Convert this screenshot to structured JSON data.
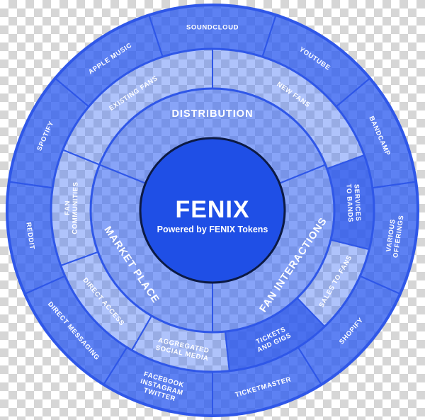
{
  "core": {
    "title": "FENIX",
    "subtitle": "Powered by FENIX Tokens"
  },
  "inner_ring": [
    {
      "key": "distribution",
      "label": "DISTRIBUTION"
    },
    {
      "key": "fan_interactions",
      "label": "FAN INTERACTIONS"
    },
    {
      "key": "market_place",
      "label": "MARKET PLACE"
    }
  ],
  "middle_ring": [
    {
      "key": "existing_fans",
      "lines": [
        "EXISTING FANS"
      ],
      "highlight": false
    },
    {
      "key": "new_fans",
      "lines": [
        "NEW FANS"
      ],
      "highlight": false
    },
    {
      "key": "services_to_bands",
      "lines": [
        "SERVICES",
        "TO BANDS"
      ],
      "highlight": true
    },
    {
      "key": "sales_to_fans",
      "lines": [
        "SALES TO FANS"
      ],
      "highlight": false
    },
    {
      "key": "tickets_and_gigs",
      "lines": [
        "TICKETS",
        "AND GIGS"
      ],
      "highlight": true
    },
    {
      "key": "aggregated_social_media",
      "lines": [
        "AGGREGATED",
        "SOCIAL MEDIA"
      ],
      "highlight": false
    },
    {
      "key": "direct_access",
      "lines": [
        "DIRECT ACCESS"
      ],
      "highlight": false
    },
    {
      "key": "fan_communities",
      "lines": [
        "FAN",
        "COMMUNITIES"
      ],
      "highlight": false
    }
  ],
  "outer_ring": [
    {
      "key": "soundcloud",
      "lines": [
        "SOUNDCLOUD"
      ]
    },
    {
      "key": "youtube",
      "lines": [
        "YOUTUBE"
      ]
    },
    {
      "key": "bandcamp",
      "lines": [
        "BANDCAMP"
      ]
    },
    {
      "key": "various_offerings",
      "lines": [
        "VARIOUS",
        "OFFERINGS"
      ]
    },
    {
      "key": "shopify",
      "lines": [
        "SHOPIFY"
      ]
    },
    {
      "key": "ticketmaster",
      "lines": [
        "TICKETMASTER"
      ]
    },
    {
      "key": "facebook_instagram_twitter",
      "lines": [
        "FACEBOOK",
        "INSTAGRAM",
        "TWITTER"
      ]
    },
    {
      "key": "direct_messaging",
      "lines": [
        "DIRECT MESSAGING"
      ]
    },
    {
      "key": "reddit",
      "lines": [
        "REDDIT"
      ]
    },
    {
      "key": "spotify",
      "lines": [
        "SPOTIFY"
      ]
    },
    {
      "key": "apple_music",
      "lines": [
        "APPLE MUSIC"
      ]
    }
  ],
  "colors": {
    "outline": "#2f57e8",
    "core_fill": "#1f4fe6",
    "core_stroke": "#0c1a44",
    "outer_ring_fill": "#2f5ef0",
    "middle_ring_fill": "#4d7bf7",
    "inner_ring_fill": "#3f6cf3",
    "highlight_fill": "#2c58ec",
    "label": "#ffffff"
  }
}
